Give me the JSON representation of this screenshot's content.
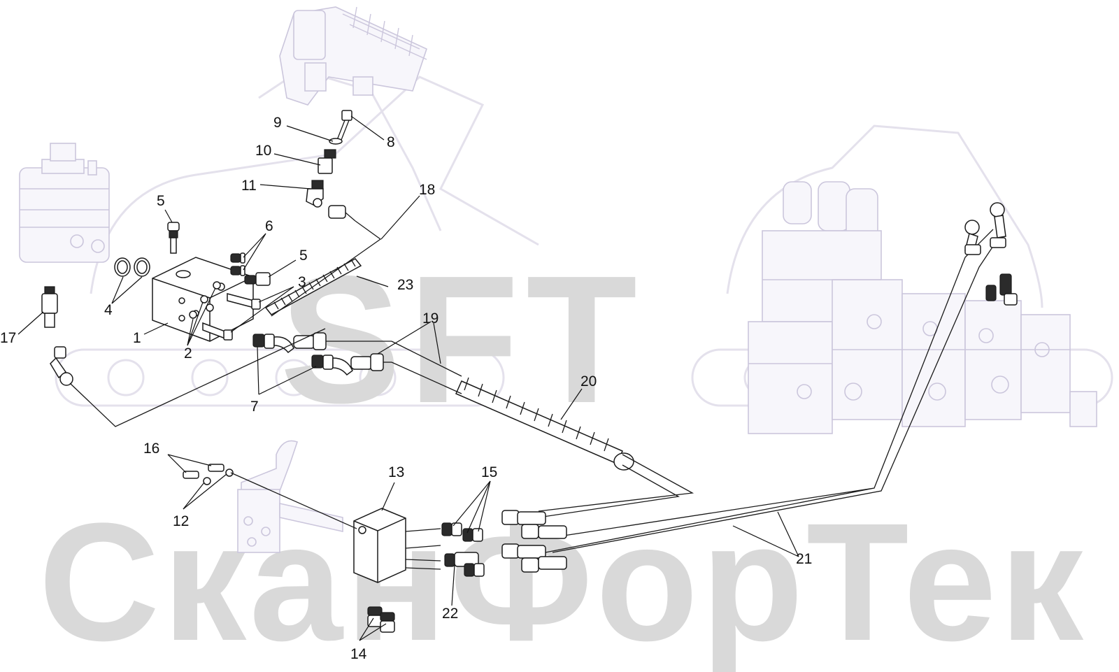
{
  "watermark": {
    "logo_text": "SFT",
    "company_text": "СканФорТек",
    "color": "#d9d9d9"
  },
  "colors": {
    "line": "#111111",
    "ghost_parts": "#cbc6dc"
  },
  "callouts": [
    {
      "id": "c1",
      "text": "1"
    },
    {
      "id": "c2",
      "text": "2"
    },
    {
      "id": "c3",
      "text": "3"
    },
    {
      "id": "c4",
      "text": "4"
    },
    {
      "id": "c5a",
      "text": "5"
    },
    {
      "id": "c5b",
      "text": "5"
    },
    {
      "id": "c6",
      "text": "6"
    },
    {
      "id": "c7",
      "text": "7"
    },
    {
      "id": "c8",
      "text": "8"
    },
    {
      "id": "c9",
      "text": "9"
    },
    {
      "id": "c10",
      "text": "10"
    },
    {
      "id": "c11",
      "text": "11"
    },
    {
      "id": "c12",
      "text": "12"
    },
    {
      "id": "c13",
      "text": "13"
    },
    {
      "id": "c14",
      "text": "14"
    },
    {
      "id": "c15",
      "text": "15"
    },
    {
      "id": "c16",
      "text": "16"
    },
    {
      "id": "c17",
      "text": "17"
    },
    {
      "id": "c18",
      "text": "18"
    },
    {
      "id": "c19",
      "text": "19"
    },
    {
      "id": "c20",
      "text": "20"
    },
    {
      "id": "c21",
      "text": "21"
    },
    {
      "id": "c22",
      "text": "22"
    },
    {
      "id": "c23",
      "text": "23"
    }
  ]
}
